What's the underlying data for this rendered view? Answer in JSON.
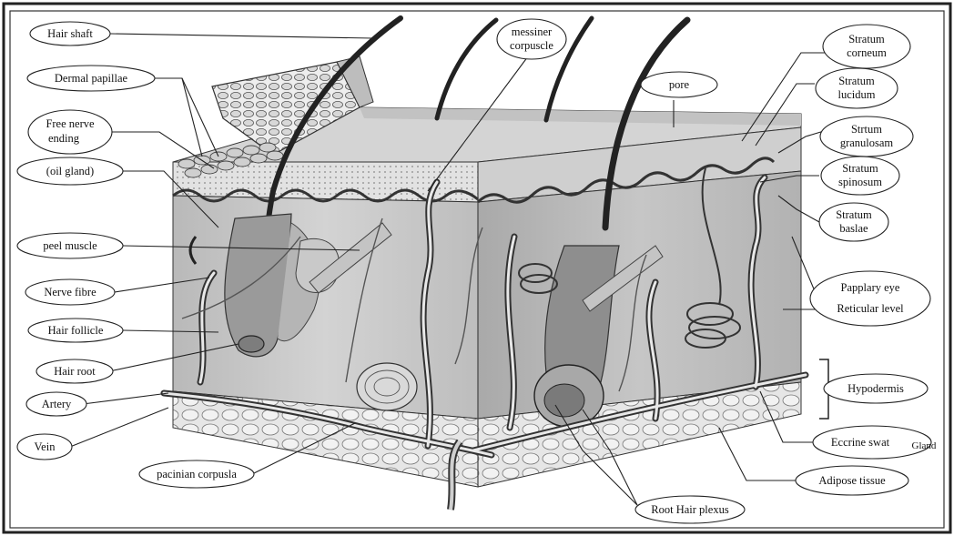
{
  "labels": {
    "hair_shaft": "Hair shaft",
    "dermal_papillae": "Dermal papillae",
    "free_nerve_1": "Free nerve",
    "free_nerve_2": "ending",
    "oil_gland": "(oil gland)",
    "peel_muscle": "peel muscle",
    "nerve_fibre": "Nerve fibre",
    "hair_follicle": "Hair follicle",
    "hair_root": "Hair root",
    "artery": "Artery",
    "vein": "Vein",
    "pacinian": "pacinian corpusla",
    "messiner_1": "messiner",
    "messiner_2": "corpuscle",
    "pore": "pore",
    "root_hair_plexus": "Root Hair plexus",
    "adipose": "Adipose tissue",
    "eccrine_1": "Eccrine swat",
    "eccrine_2": "Gland",
    "hypodermis": "Hypodermis",
    "papillary_eye": "Papplary eye",
    "reticular_level": "Reticular level",
    "s_corneum_1": "Stratum",
    "s_corneum_2": "corneum",
    "s_lucidum_1": "Stratum",
    "s_lucidum_2": "lucidum",
    "s_granulosum_1": "Strtum",
    "s_granulosum_2": "granulosam",
    "s_spinosum_1": "Stratum",
    "s_spinosum_2": "spinosum",
    "s_basale_1": "Stratum",
    "s_basale_2": "baslae"
  }
}
